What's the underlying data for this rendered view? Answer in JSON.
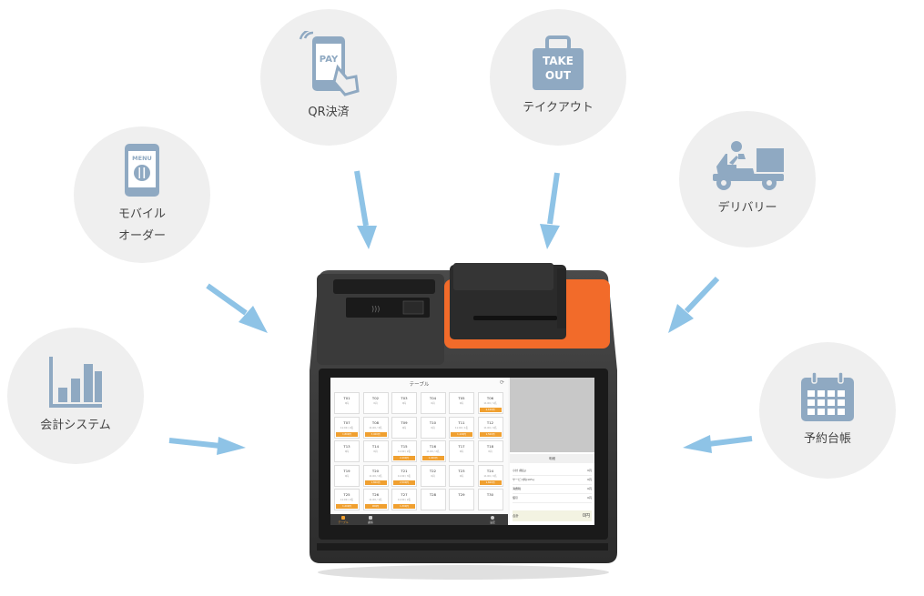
{
  "features": [
    {
      "id": "mobile-order",
      "label_lines": [
        "モバイル",
        "オーダー"
      ],
      "icon": "mobile-menu-icon",
      "icon_text": "MENU"
    },
    {
      "id": "qr-payment",
      "label_lines": [
        "QR決済"
      ],
      "icon": "phone-pay-icon",
      "icon_text": "PAY"
    },
    {
      "id": "takeout",
      "label_lines": [
        "テイクアウト"
      ],
      "icon": "takeout-bag-icon",
      "icon_text_lines": [
        "TAKE",
        "OUT"
      ]
    },
    {
      "id": "delivery",
      "label_lines": [
        "デリバリー"
      ],
      "icon": "delivery-scooter-icon"
    },
    {
      "id": "accounting",
      "label_lines": [
        "会計システム"
      ],
      "icon": "bar-chart-icon"
    },
    {
      "id": "reservation",
      "label_lines": [
        "予約台帳"
      ],
      "icon": "calendar-icon"
    }
  ],
  "colors": {
    "circle": "#efefef",
    "icon": "#8fa9c2",
    "arrow": "#8ec3e6",
    "accent": "#f0a030",
    "device_orange": "#f26b2a"
  },
  "pos_screen": {
    "title": "テーブル",
    "tables": [
      {
        "name": "T01",
        "sub": "",
        "status": "0円",
        "badge": ""
      },
      {
        "name": "T02",
        "sub": "",
        "status": "0円",
        "badge": ""
      },
      {
        "name": "T03",
        "sub": "",
        "status": "0円",
        "badge": ""
      },
      {
        "name": "T04",
        "sub": "",
        "status": "0円",
        "badge": ""
      },
      {
        "name": "T05",
        "sub": "",
        "status": "0円",
        "badge": ""
      },
      {
        "name": "T06",
        "sub": "11:00 / 1名",
        "status": "",
        "badge": "2,100円"
      },
      {
        "name": "T07",
        "sub": "11:00 / 2名",
        "status": "",
        "badge": "1,800円"
      },
      {
        "name": "T08",
        "sub": "11:00 / 3名",
        "status": "",
        "badge": "3,400円"
      },
      {
        "name": "T09",
        "sub": "",
        "status": "0円",
        "badge": ""
      },
      {
        "name": "T10",
        "sub": "",
        "status": "0円",
        "badge": ""
      },
      {
        "name": "T11",
        "sub": "11:00 / 1名",
        "status": "",
        "badge": "1,100円"
      },
      {
        "name": "T12",
        "sub": "11:00 / 2名",
        "status": "",
        "badge": "1,500円"
      },
      {
        "name": "T13",
        "sub": "",
        "status": "0円",
        "badge": ""
      },
      {
        "name": "T14",
        "sub": "",
        "status": "0円",
        "badge": ""
      },
      {
        "name": "T15",
        "sub": "11:00 / 2名",
        "status": "",
        "badge": "2,200円"
      },
      {
        "name": "T16",
        "sub": "11:00 / 2名",
        "status": "",
        "badge": "1,400円"
      },
      {
        "name": "T17",
        "sub": "",
        "status": "0円",
        "badge": ""
      },
      {
        "name": "T18",
        "sub": "",
        "status": "0円",
        "badge": ""
      },
      {
        "name": "T19",
        "sub": "",
        "status": "0円",
        "badge": ""
      },
      {
        "name": "T20",
        "sub": "11:00 / 2名",
        "status": "",
        "badge": "1,800円"
      },
      {
        "name": "T21",
        "sub": "11:00 / 3名",
        "status": "",
        "badge": "2,500円"
      },
      {
        "name": "T22",
        "sub": "",
        "status": "0円",
        "badge": ""
      },
      {
        "name": "T23",
        "sub": "",
        "status": "0円",
        "badge": ""
      },
      {
        "name": "T24",
        "sub": "11:00 / 2名",
        "status": "",
        "badge": "1,600円"
      },
      {
        "name": "T25",
        "sub": "11:00 / 2名",
        "status": "",
        "badge": "1,200円"
      },
      {
        "name": "T26",
        "sub": "11:00 / 1名",
        "status": "",
        "badge": "900円"
      },
      {
        "name": "T27",
        "sub": "11:00 / 2名",
        "status": "",
        "badge": "1,300円"
      },
      {
        "name": "T28",
        "sub": "",
        "status": "",
        "badge": ""
      },
      {
        "name": "T29",
        "sub": "",
        "status": "",
        "badge": ""
      },
      {
        "name": "T30",
        "sub": "",
        "status": "",
        "badge": ""
      }
    ],
    "tabs": [
      "テーブル",
      "顧客",
      "設定"
    ],
    "summary": {
      "title": "明細",
      "rows": [
        {
          "label": "小計 (税込)",
          "value": "0円"
        },
        {
          "label": "サービス料(10%)",
          "value": "0円"
        },
        {
          "label": "消費税",
          "value": "0円"
        },
        {
          "label": "値引",
          "value": "0円"
        }
      ],
      "total_label": "合計",
      "total_value": "0円"
    }
  }
}
